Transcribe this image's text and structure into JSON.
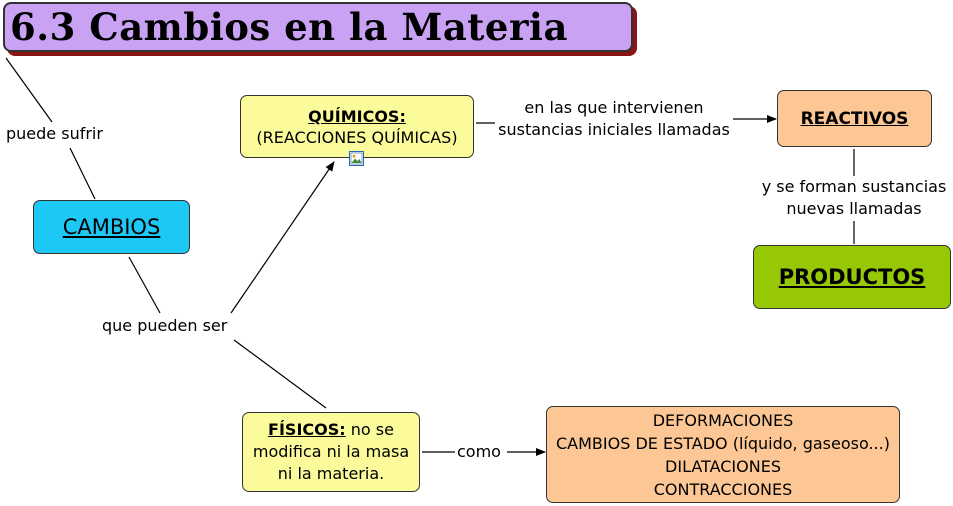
{
  "title": "6.3 Cambios en la Materia",
  "nodes": {
    "cambios": "CAMBIOS",
    "quimicos_heading": "QUÍMICOS:",
    "quimicos_subtitle": "(REACCIONES QUÍMICAS)",
    "reactivos": "REACTIVOS",
    "productos": "PRODUCTOS",
    "fisicos_heading": "FÍSICOS:",
    "fisicos_text_1": "no se",
    "fisicos_text_2": "modifica ni la masa",
    "fisicos_text_3": "ni la materia.",
    "examples": [
      "DEFORMACIONES",
      "CAMBIOS DE ESTADO (líquido, gaseoso...)",
      "DILATACIONES",
      "CONTRACCIONES"
    ]
  },
  "links": {
    "puede_sufrir": "puede sufrir",
    "que_pueden_ser": "que pueden ser",
    "intervienen_1": "en las que intervienen",
    "intervienen_2": "sustancias iniciales llamadas",
    "forman_1": "y se forman sustancias",
    "forman_2": "nuevas llamadas",
    "como": "como"
  },
  "colors": {
    "title_bg": "#c9a2f4",
    "title_shadow": "#8b1515",
    "cambios_bg": "#1ec8f5",
    "quimicos_bg": "#fbfb9c",
    "reactivos_bg": "#fcc795",
    "productos_bg": "#96c805"
  },
  "icons": [
    "image-icon"
  ]
}
